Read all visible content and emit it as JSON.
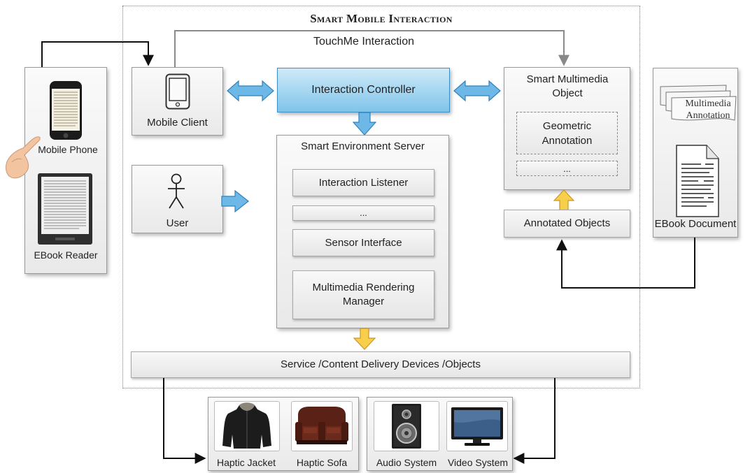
{
  "diagram": {
    "title": "Smart Mobile Interaction",
    "touchme_label": "TouchMe Interaction",
    "left_panel": {
      "mobile_phone": "Mobile Phone",
      "ebook_reader": "EBook Reader"
    },
    "mobile_client": "Mobile Client",
    "user": "User",
    "interaction_controller": "Interaction Controller",
    "server": {
      "title": "Smart Environment Server",
      "items": [
        "Interaction Listener",
        "...",
        "Sensor Interface",
        "Multimedia Rendering Manager"
      ]
    },
    "smo": {
      "title": "Smart Multimedia Object",
      "items": [
        "Geometric Annotation",
        "..."
      ]
    },
    "annotated_objects": "Annotated Objects",
    "right_panel": {
      "multimedia_annotation": "Multimedia Annotation",
      "ebook_document": "EBook Document"
    },
    "delivery": "Service /Content Delivery Devices /Objects",
    "devices_left": [
      "Haptic Jacket",
      "Haptic Sofa"
    ],
    "devices_right": [
      "Audio System",
      "Video System"
    ],
    "colors": {
      "controller_fill": "#8fcdef",
      "blue_arrow": "#4aa6dc",
      "yellow_arrow": "#f5c842"
    },
    "icons": [
      "smartphone-icon",
      "ebook-reader-icon",
      "hand-icon",
      "tablet-icon",
      "stick-figure-icon",
      "document-icon",
      "jacket-image",
      "sofa-image",
      "speaker-image",
      "tv-image"
    ]
  }
}
